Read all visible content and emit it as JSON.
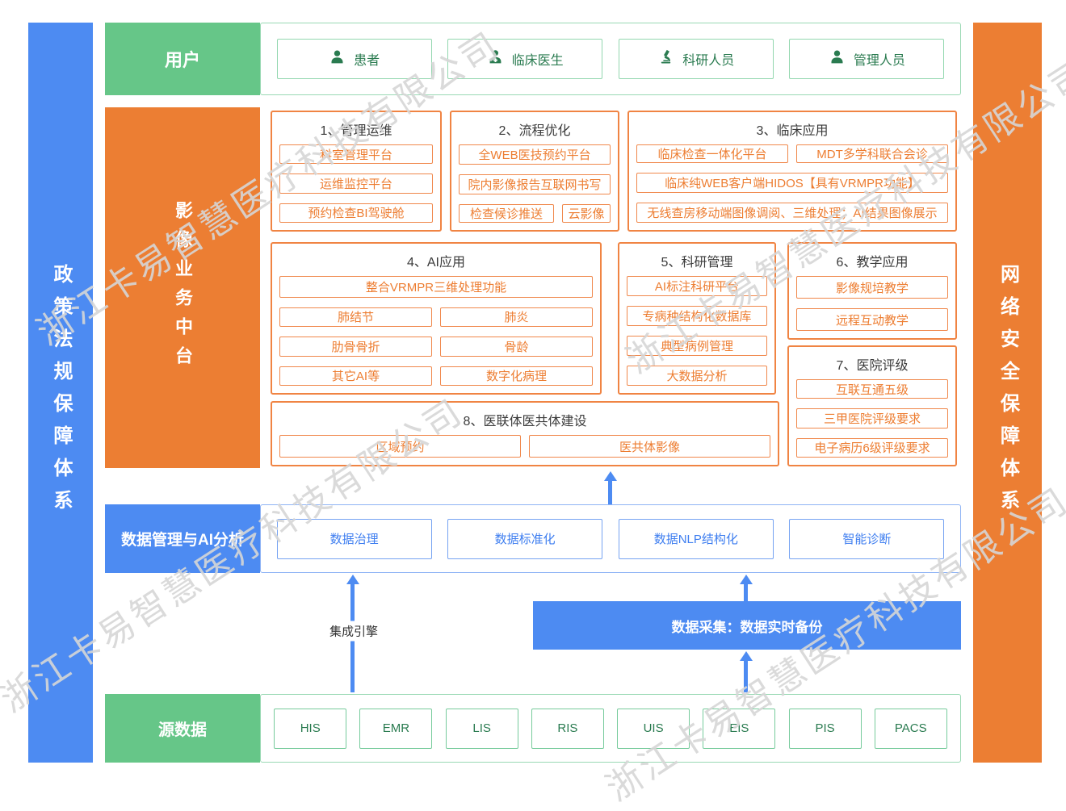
{
  "watermark": "浙江卡易智慧医疗科技有限公司",
  "colors": {
    "orange": "#EC7E33",
    "blue": "#4D8BF2",
    "green": "#66C688",
    "orange_text": "#ED7D31",
    "blue_text": "#3E7EF0",
    "dark_green_text": "#2A7B50"
  },
  "side_bars": {
    "left": "政策法规保障体系",
    "right": "网络安全保障体系"
  },
  "user_row": {
    "label": "用户",
    "items": [
      {
        "icon": "patient-icon",
        "label": "患者"
      },
      {
        "icon": "doctor-icon",
        "label": "临床医生"
      },
      {
        "icon": "microscope-icon",
        "label": "科研人员"
      },
      {
        "icon": "admin-icon",
        "label": "管理人员"
      }
    ]
  },
  "platform": {
    "label": "影像业务中台",
    "sections": {
      "s1": {
        "title": "1、管理运维",
        "items": [
          "科室管理平台",
          "运维监控平台",
          "预约检查BI驾驶舱"
        ]
      },
      "s2": {
        "title": "2、流程优化",
        "items": [
          "全WEB医技预约平台",
          "院内影像报告互联网书写"
        ],
        "row": [
          "检查候诊推送",
          "云影像"
        ]
      },
      "s3": {
        "title": "3、临床应用",
        "row": [
          "临床检查一体化平台",
          "MDT多学科联合会诊"
        ],
        "items": [
          "临床纯WEB客户端HIDOS【具有VRMPR功能】",
          "无线查房移动端图像调阅、三维处理；AI结果图像展示"
        ]
      },
      "s4": {
        "title": "4、AI应用",
        "full": "整合VRMPR三维处理功能",
        "rows": [
          [
            "肺结节",
            "肺炎"
          ],
          [
            "肋骨骨折",
            "骨龄"
          ],
          [
            "其它AI等",
            "数字化病理"
          ]
        ]
      },
      "s5": {
        "title": "5、科研管理",
        "items": [
          "AI标注科研平台",
          "专病种结构化数据库",
          "典型病例管理",
          "大数据分析"
        ]
      },
      "s6": {
        "title": "6、教学应用",
        "items": [
          "影像规培教学",
          "远程互动教学"
        ]
      },
      "s7": {
        "title": "7、医院评级",
        "items": [
          "互联互通五级",
          "三甲医院评级要求",
          "电子病历6级评级要求"
        ]
      },
      "s8": {
        "title": "8、医联体医共体建设",
        "row": [
          "区域预约",
          "医共体影像"
        ]
      }
    }
  },
  "data_mgmt": {
    "label": "数据管理与AI分析",
    "items": [
      "数据治理",
      "数据标准化",
      "数据NLP结构化",
      "智能诊断"
    ]
  },
  "integration": {
    "engine_label": "集成引擎",
    "collection_bar": "数据采集：数据实时备份"
  },
  "source_row": {
    "label": "源数据",
    "items": [
      "HIS",
      "EMR",
      "LIS",
      "RIS",
      "UIS",
      "EIS",
      "PIS",
      "PACS"
    ]
  }
}
